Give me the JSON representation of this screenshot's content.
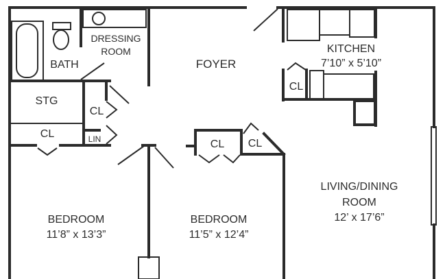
{
  "rooms": {
    "bath": "BATH",
    "dressing_line1": "DRESSING",
    "dressing_line2": "ROOM",
    "foyer": "FOYER",
    "kitchen": "KITCHEN",
    "kitchen_size": "7’10” x 5’10”",
    "storage": "STG",
    "closet": "CL",
    "linen": "LIN",
    "living_line1": "LIVING/DINING",
    "living_line2": "ROOM",
    "living_size": "12’ x 17’6”",
    "bedroom1": "BEDROOM",
    "bedroom1_size": "11’8” x 13’3”",
    "bedroom2": "BEDROOM",
    "bedroom2_size": "11’5” x 12’4”"
  }
}
